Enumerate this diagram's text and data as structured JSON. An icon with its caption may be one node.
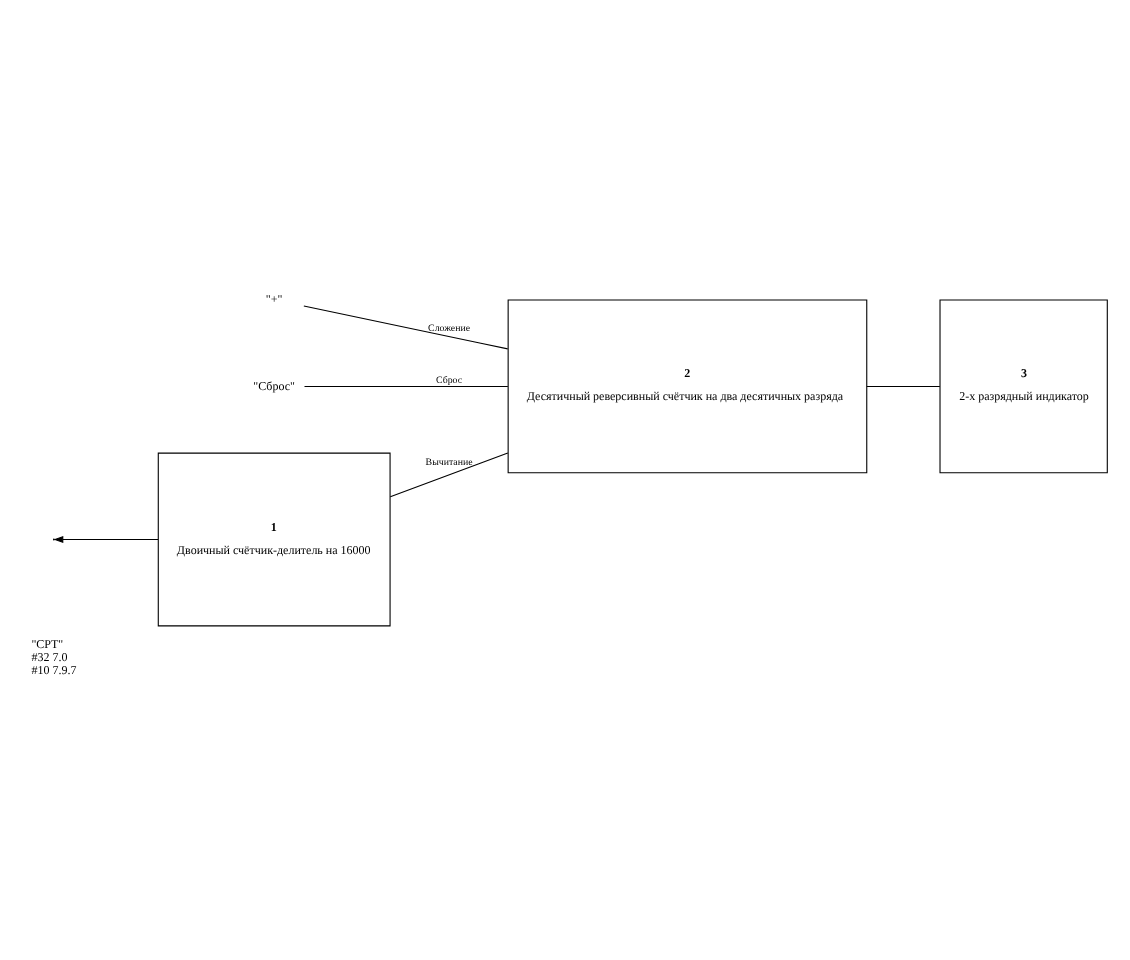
{
  "diagram": {
    "nodes": [
      {
        "text": [
          "1",
          "Двоичный счётчик-делитель на 16000"
        ]
      },
      {
        "text": [
          "2",
          "Десятичный реверсивный счётчик на два десятичных разряда"
        ]
      },
      {
        "text": [
          "3",
          "2-х разрядный индикатор"
        ]
      },
      {
        "text": [
          "\"+\""
        ]
      },
      {
        "text": [
          "\"Сброс\""
        ]
      }
    ],
    "edges": [
      {
        "from": 0,
        "to": null,
        "arrow": "to"
      },
      {
        "from": 0,
        "to": 1,
        "arrow": "none",
        "label": "Вычитание"
      },
      {
        "from": 3,
        "to": 1,
        "arrow": "none",
        "label": "Сложение"
      },
      {
        "from": 4,
        "to": 1,
        "arrow": "none",
        "label": "Сброс"
      },
      {
        "from": 1,
        "to": 2,
        "arrow": "none"
      }
    ],
    "labels": [
      "\"CPT\"",
      "#32 7.0",
      "#10 7.9.7"
    ]
  }
}
